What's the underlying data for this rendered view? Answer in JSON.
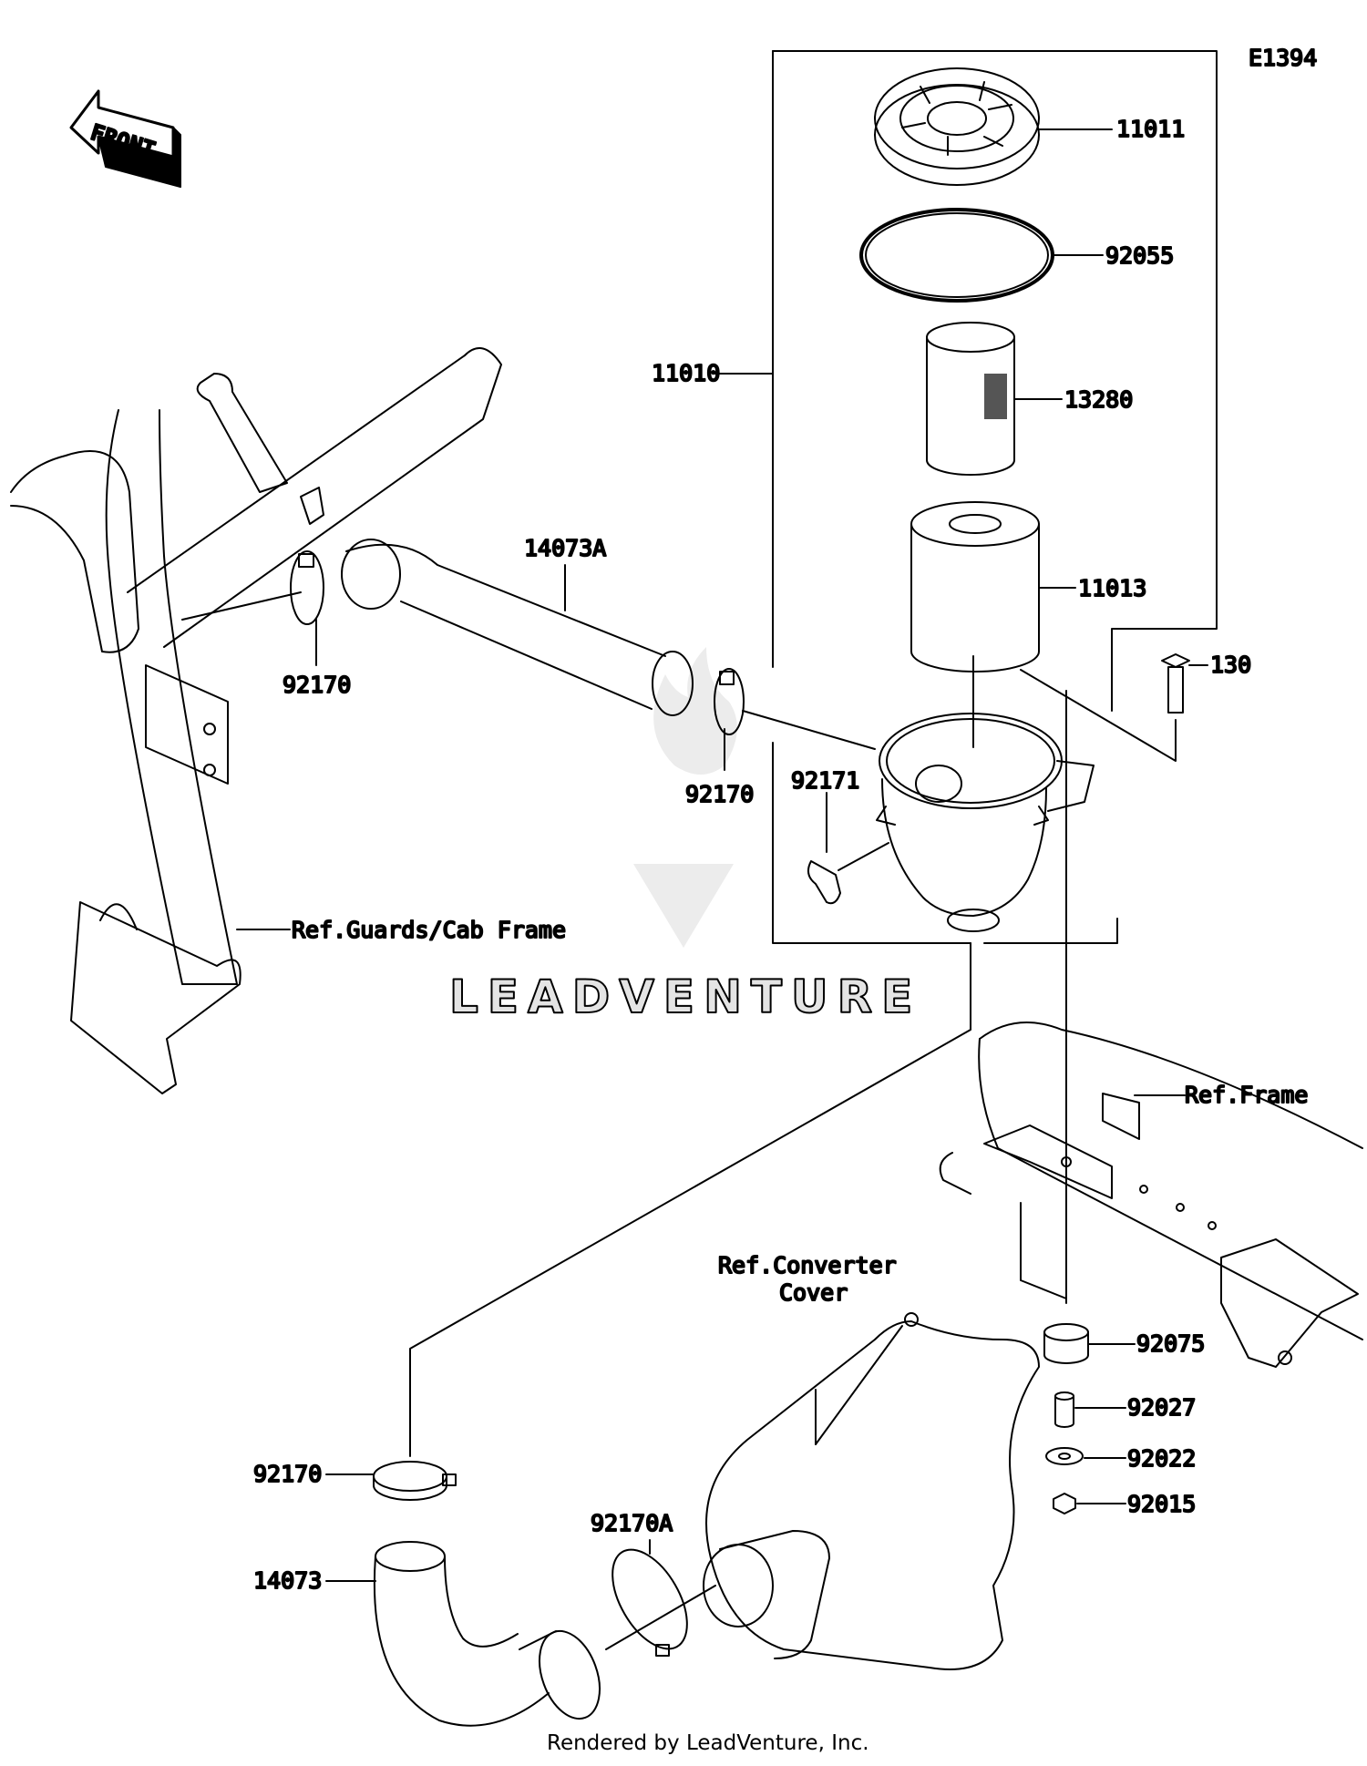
{
  "diagram_code": "E1394",
  "front_label": "FRONT",
  "watermark": "LEADVENTURE",
  "footer": "Rendered by LeadVenture, Inc.",
  "labels": {
    "p11011": "11011",
    "p92055": "92055",
    "p11010": "11010",
    "p13280": "13280",
    "p14073A": "14073A",
    "p11013": "11013",
    "p130": "130",
    "p92170_left": "92170",
    "p92170_mid": "92170",
    "p92171": "92171",
    "ref_guards": "Ref.Guards/Cab Frame",
    "ref_frame": "Ref.Frame",
    "ref_converter_1": "Ref.Converter",
    "ref_converter_2": "Cover",
    "p92075": "92075",
    "p92027": "92027",
    "p92022": "92022",
    "p92015": "92015",
    "p92170_bottom": "92170",
    "p92170A": "92170A",
    "p14073": "14073"
  }
}
